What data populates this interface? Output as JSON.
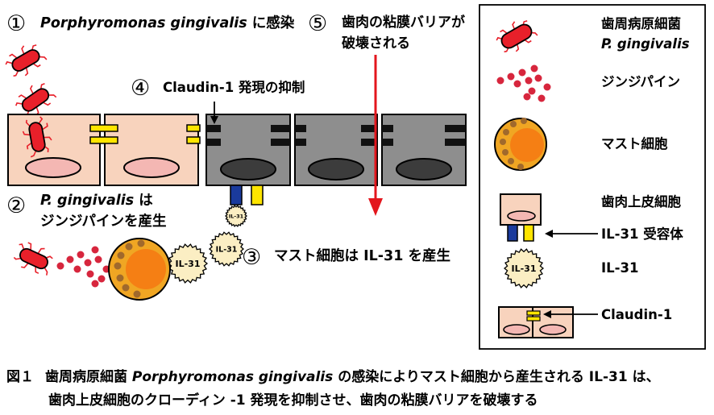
{
  "steps": {
    "s1": {
      "num": "①",
      "italic": "Porphyromonas gingivalis",
      "suffix": " に感染"
    },
    "s2": {
      "num": "②",
      "italic": "P. gingivalis",
      "suffix": " は",
      "line2": "ジンジパインを産生"
    },
    "s3": {
      "num": "③",
      "text": "マスト細胞は IL-31 を産生"
    },
    "s4": {
      "num": "④",
      "text": "Claudin-1 発現の抑制"
    },
    "s5": {
      "num": "⑤",
      "line1": "歯肉の粘膜バリアが",
      "line2": "破壊される"
    }
  },
  "il31_label": "IL-31",
  "legend": {
    "bacteria_line1": "歯周病原細菌",
    "bacteria_line2": "P. gingivalis",
    "gingipain": "ジンジパイン",
    "mast_cell": "マスト細胞",
    "epithelial": "歯肉上皮細胞",
    "receptor": "IL-31 受容体",
    "il31": "IL-31",
    "claudin": "Claudin-1"
  },
  "caption": {
    "prefix": "図１",
    "line1_a": "歯周病原細菌 ",
    "line1_italic": "Porphyromonas gingivalis",
    "line1_b": " の感染によりマスト細胞から産生される IL-31 は、",
    "line2": "歯肉上皮細胞のクローディン -1 発現を抑制させ、歯肉の粘膜バリアを破壊する"
  },
  "colors": {
    "bacteria": "#e8202a",
    "bacteria_legs": "#e8202a",
    "gingipain": "#d7263d",
    "healthy_cell": "#f8d3bd",
    "nucleus": "#f4b7b3",
    "damaged_cell": "#8e8e8e",
    "damaged_nucleus": "#3c3c3c",
    "claudin": "#ffe500",
    "receptor_blue": "#1a3a9c",
    "receptor_yellow": "#ffe500",
    "mast_outer": "#f0a623",
    "mast_inner": "#f57f14",
    "mast_granule": "#a0692c",
    "il31": "#fbeec3",
    "arrow_red": "#e3161d"
  }
}
